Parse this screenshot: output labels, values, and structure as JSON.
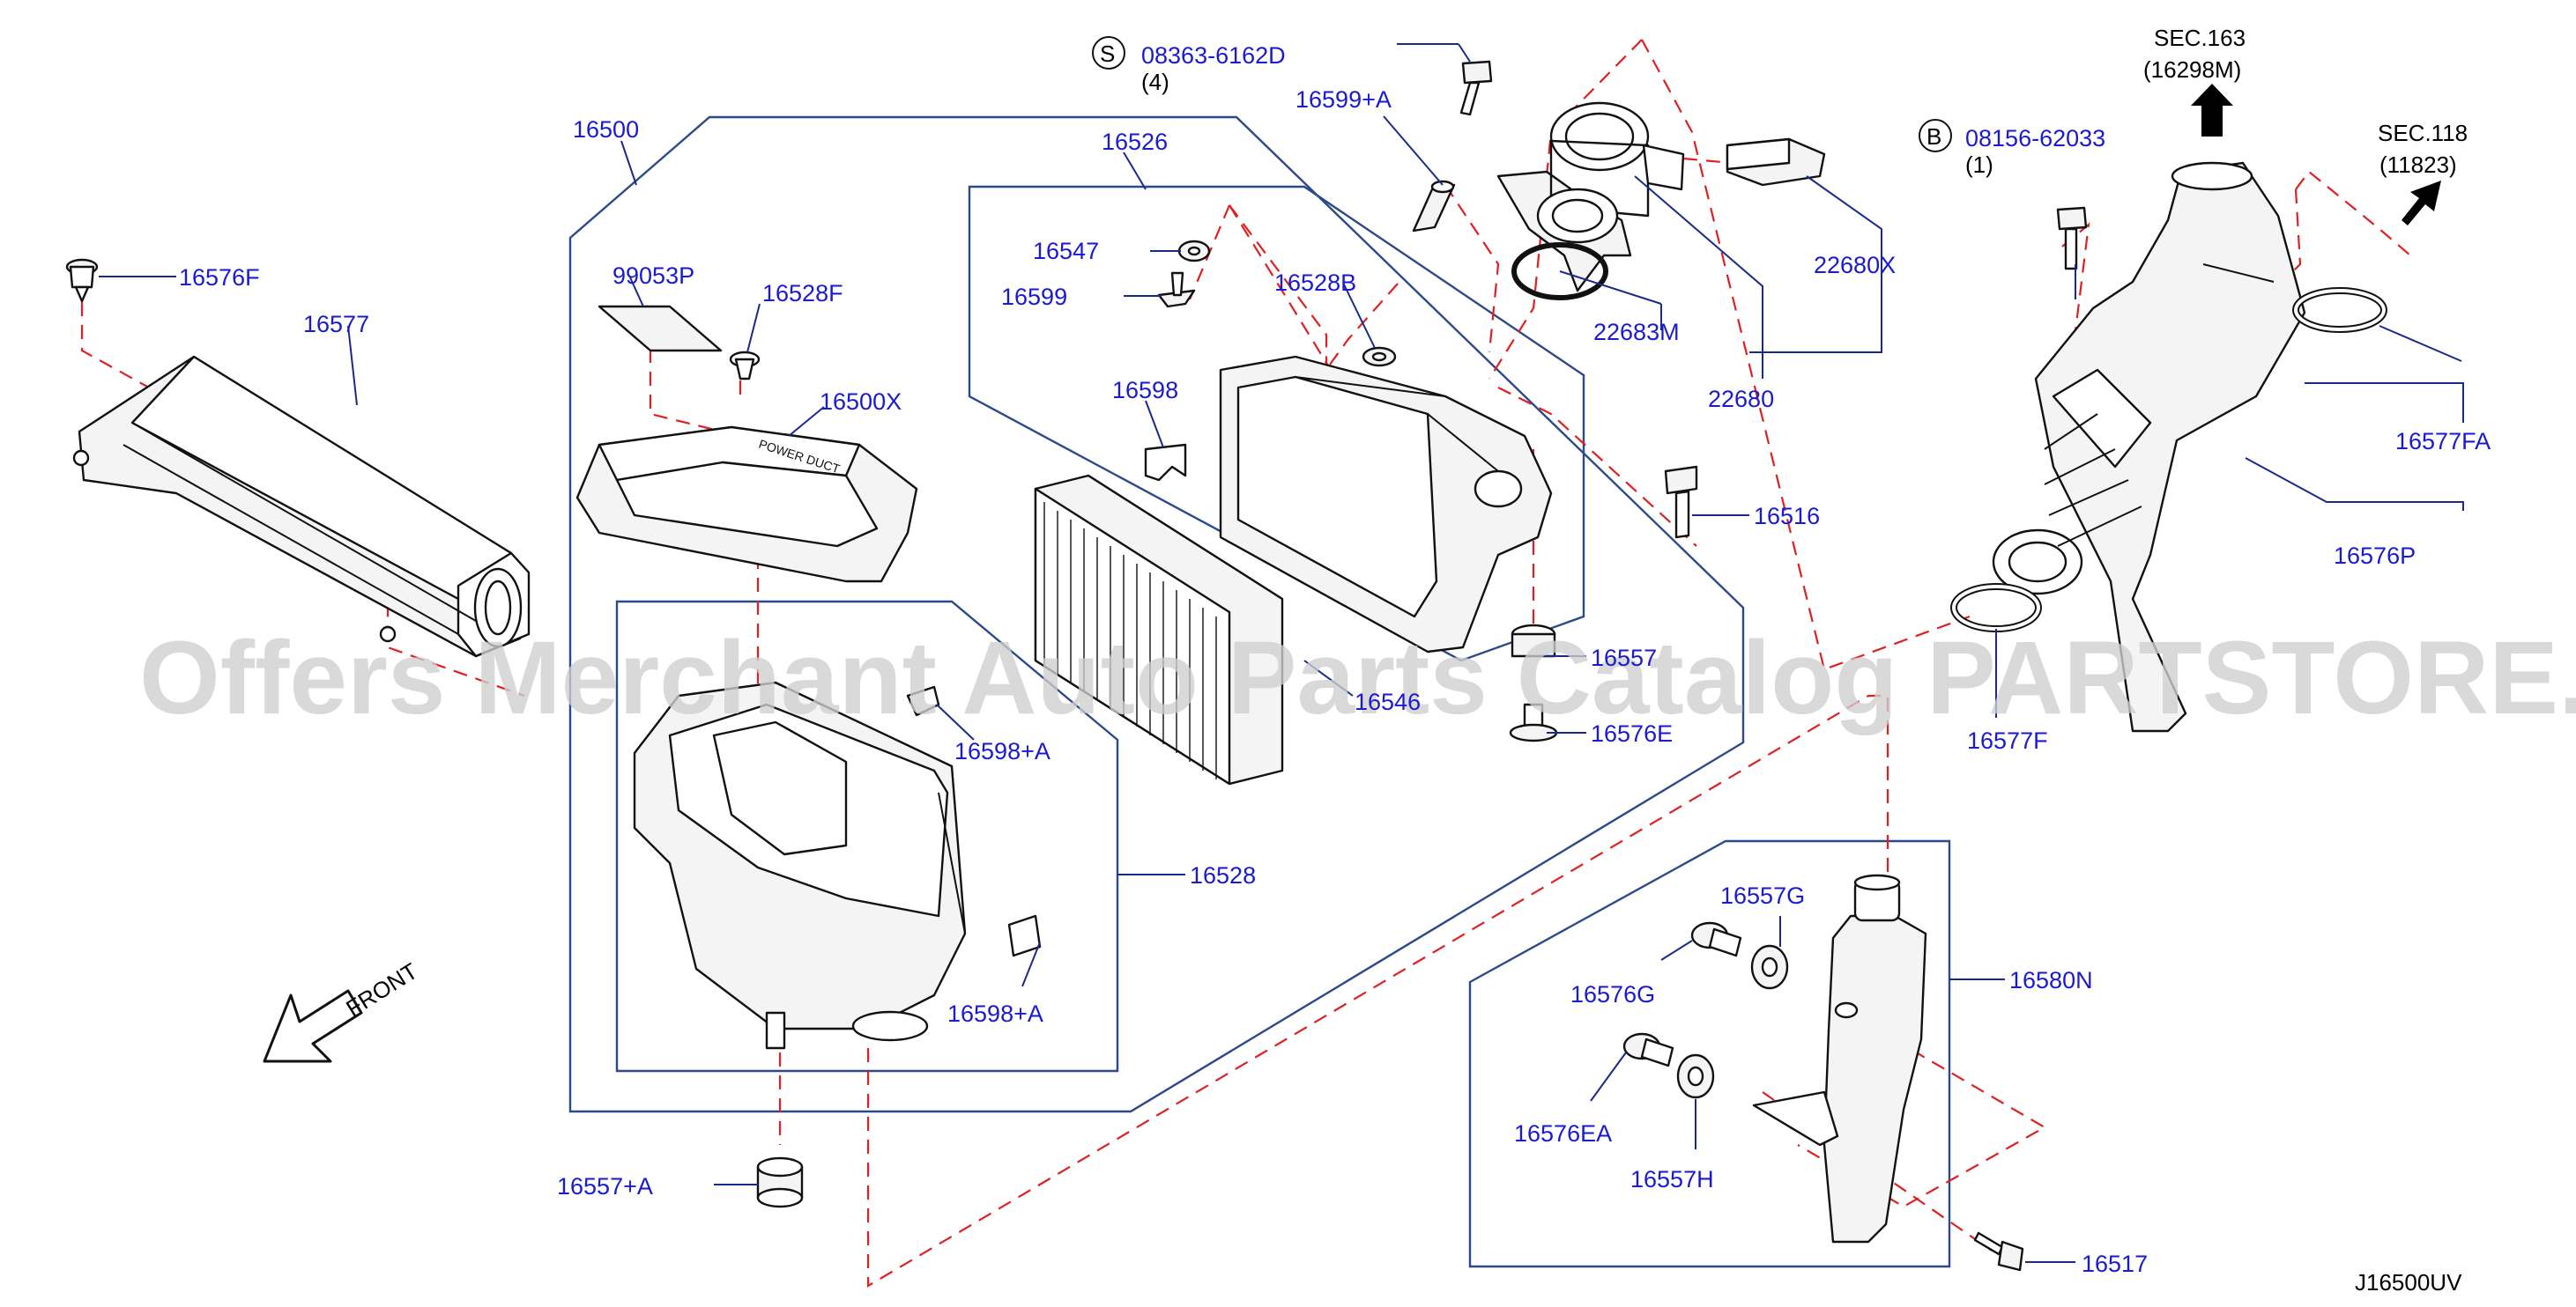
{
  "diagram": {
    "watermark": "Offers Merchant Auto Parts Catalog PARTSTORE.SA",
    "diagram_code": "J16500UV",
    "front_label": "FRONT",
    "references": [
      {
        "id": "s",
        "badge": "S",
        "code": "08363-6162D",
        "qty": "(4)"
      },
      {
        "id": "b",
        "badge": "B",
        "code": "08156-62033",
        "qty": "(1)"
      },
      {
        "id": "sec163",
        "title": "SEC.163",
        "ref": "(16298M)"
      },
      {
        "id": "sec118",
        "title": "SEC.118",
        "ref": "(11823)"
      }
    ],
    "parts": [
      "16500",
      "16526",
      "16599+A",
      "16576F",
      "16577",
      "99053P",
      "16528F",
      "16500X",
      "16547",
      "16599",
      "16528B",
      "16598",
      "16557",
      "16546",
      "16576E",
      "16598+A",
      "16528",
      "16598+A",
      "16557+A",
      "16516",
      "22683M",
      "22680",
      "22680X",
      "16577FA",
      "16576P",
      "16577F",
      "16580N",
      "16557G",
      "16576G",
      "16576EA",
      "16557H",
      "16517"
    ]
  }
}
